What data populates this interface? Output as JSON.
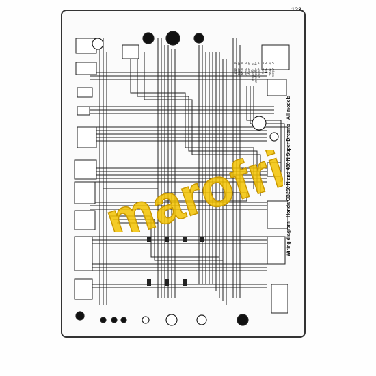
{
  "page_number": "123",
  "diagram_title": "Wiring diagram · Honda CB250 N and 400 N Super Dreams · All models",
  "watermark_text": "marofri",
  "wire_color_key": [
    {
      "code": "B",
      "name": "Blue"
    },
    {
      "code": "Bk",
      "name": "Black"
    },
    {
      "code": "Br",
      "name": "Brown"
    },
    {
      "code": "G",
      "name": "Green"
    },
    {
      "code": "Gr",
      "name": "Grey"
    },
    {
      "code": "Lb",
      "name": "Light blue"
    },
    {
      "code": "Lg",
      "name": "Light green"
    },
    {
      "code": "O",
      "name": "Orange"
    },
    {
      "code": "P",
      "name": "Pink"
    },
    {
      "code": "R",
      "name": "Red"
    },
    {
      "code": "W",
      "name": "White"
    },
    {
      "code": "Y",
      "name": "Yellow"
    }
  ],
  "colors": {
    "line": "#222222",
    "frame": "#333333",
    "watermark": "#f2c200",
    "watermark_outline": "#c99800"
  }
}
